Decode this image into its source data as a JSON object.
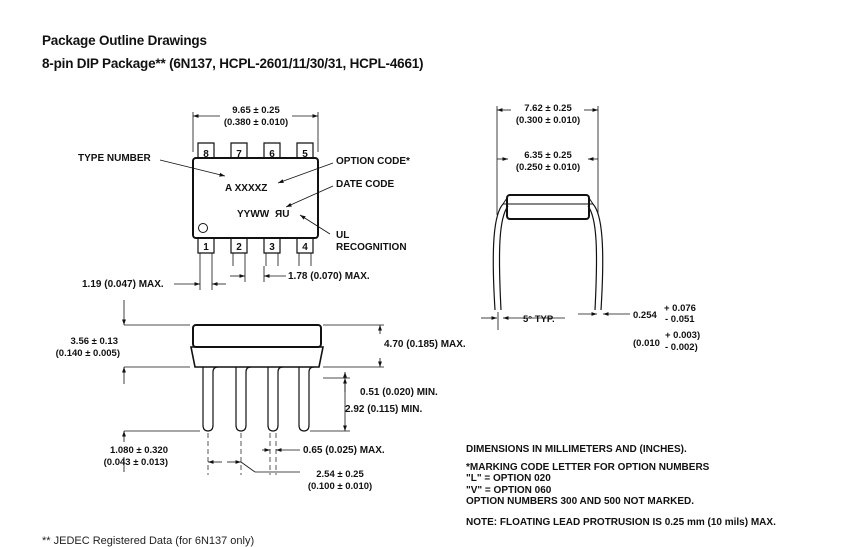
{
  "title": "Package Outline Drawings",
  "subtitle": {
    "bold": "8-pin DIP Package**",
    "rest": " (6N137, HCPL-2601/11/30/31, HCPL-4661)"
  },
  "top_view": {
    "width_mm": "9.65 ± 0.25",
    "width_in": "(0.380 ± 0.010)",
    "pins_top": [
      "8",
      "7",
      "6",
      "5"
    ],
    "pins_bottom": [
      "1",
      "2",
      "3",
      "4"
    ],
    "type_number_label": "TYPE NUMBER",
    "option_code_label": "OPTION CODE*",
    "date_code_label": "DATE CODE",
    "marking_line1": "A XXXXZ",
    "marking_line2": "YYWW",
    "ul_mark": "ЯU",
    "ul_label_1": "UL",
    "ul_label_2": "RECOGNITION",
    "lead_width_max": "1.19 (0.047) MAX.",
    "lead_pitch_max": "1.78 (0.070) MAX."
  },
  "end_view": {
    "row_spacing_mm": "7.62 ± 0.25",
    "row_spacing_in": "(0.300 ± 0.010)",
    "body_width_mm": "6.35 ± 0.25",
    "body_width_in": "(0.250 ± 0.010)",
    "angle_label": "5° TYP.",
    "lead_thk_mm": "0.254",
    "lead_thk_mm_plus": "+ 0.076",
    "lead_thk_mm_minus": "- 0.051",
    "lead_thk_in": "(0.010",
    "lead_thk_in_plus": "+ 0.003)",
    "lead_thk_in_minus": "- 0.002)"
  },
  "side_view": {
    "body_height_mm": "3.56 ± 0.13",
    "body_height_in": "(0.140 ± 0.005)",
    "total_height_max": "4.70 (0.185) MAX.",
    "standoff_min": "0.51 (0.020) MIN.",
    "lead_length_min": "2.92 (0.115) MIN.",
    "lead_end_mm": "1.080 ± 0.320",
    "lead_end_in": "(0.043 ± 0.013)",
    "lead_tip_max": "0.65 (0.025) MAX.",
    "pitch_mm": "2.54 ± 0.25",
    "pitch_in": "(0.100 ± 0.010)"
  },
  "notes": {
    "line1": "DIMENSIONS IN MILLIMETERS AND (INCHES).",
    "line2": "*MARKING CODE LETTER FOR OPTION NUMBERS",
    "line3": "\"L\" = OPTION 020",
    "line4": "\"V\" = OPTION 060",
    "line5": "OPTION NUMBERS 300 AND 500 NOT MARKED.",
    "line6": "NOTE: FLOATING LEAD PROTRUSION IS 0.25 mm (10 mils) MAX."
  },
  "footnote": "** JEDEC Registered Data (for 6N137 only)"
}
